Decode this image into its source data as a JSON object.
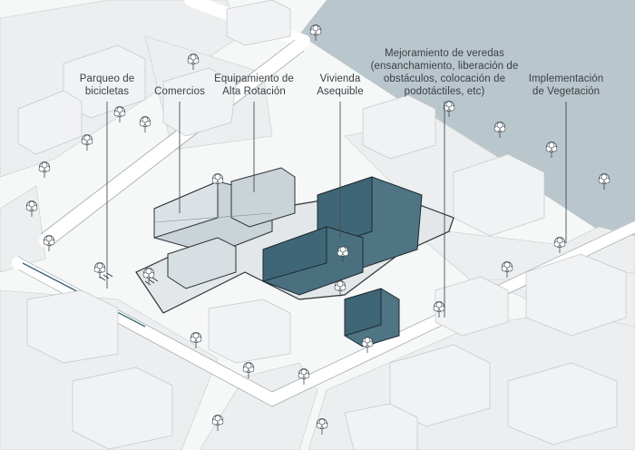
{
  "labels": {
    "parqueo_bicicletas": [
      "Parqueo de",
      "bicicletas"
    ],
    "comercios": [
      "Comercios"
    ],
    "equipamiento": [
      "Equipamiento de",
      "Alta Rotación"
    ],
    "vivienda": [
      "Vivienda",
      "Asequible"
    ],
    "mejoramiento_veredas": [
      "Mejoramiento de veredas",
      "(ensanchamiento, liberación de",
      "obstáculos, colocación de",
      "podotáctiles, etc)"
    ],
    "vegetacion": [
      "Implementación",
      "de Vegetación"
    ]
  },
  "colors": {
    "park": "#b9c6cc",
    "accent_dark": "#3f6676",
    "equipment": "#c9d3d8",
    "street": "#f7f8f8",
    "block": "#eceeef",
    "building_line": "#c3c7ca"
  }
}
